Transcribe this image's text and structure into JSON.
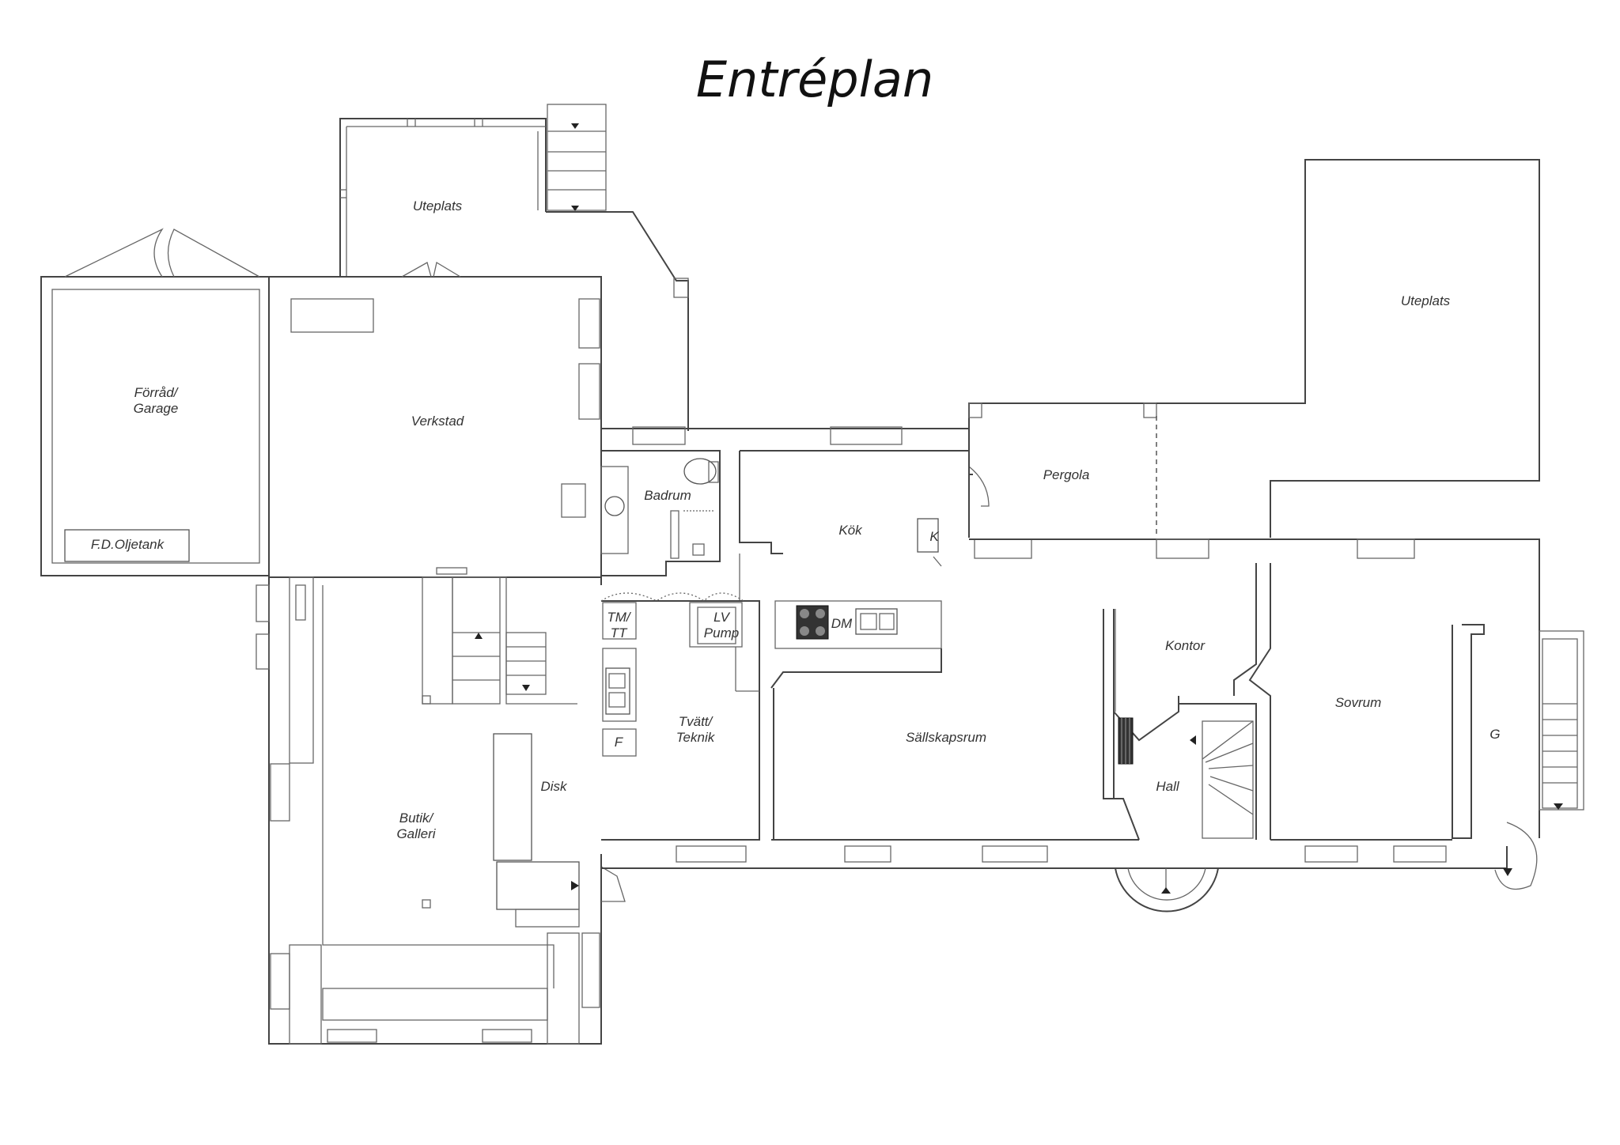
{
  "title": "Entréplan",
  "rooms": {
    "uteplats_north": "Uteplats",
    "uteplats_east": "Uteplats",
    "forrad_line1": "Förråd/",
    "forrad_line2": "Garage",
    "oljetank": "F.D.Oljetank",
    "verkstad": "Verkstad",
    "badrum": "Badrum",
    "kok": "Kök",
    "k": "K",
    "pergola": "Pergola",
    "tmtt_line1": "TM/",
    "tmtt_line2": "TT",
    "lvpump_line1": "LV",
    "lvpump_line2": "Pump",
    "dm": "DM",
    "kontor": "Kontor",
    "sovrum": "Sovrum",
    "g": "G",
    "tvatt_line1": "Tvätt/",
    "tvatt_line2": "Teknik",
    "f": "F",
    "sallskapsrum": "Sällskapsrum",
    "hall": "Hall",
    "disk": "Disk",
    "butik_line1": "Butik/",
    "butik_line2": "Galleri"
  }
}
